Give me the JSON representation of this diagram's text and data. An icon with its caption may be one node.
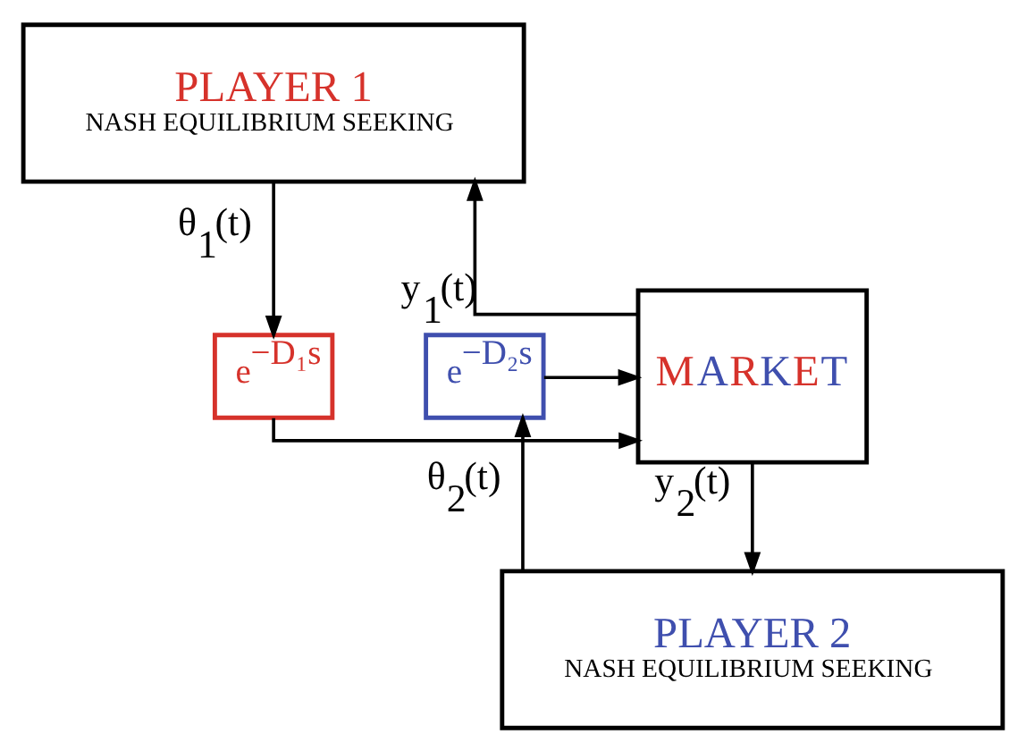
{
  "diagram": {
    "nodes": [
      {
        "text": [
          "PLAYER 1",
          "NASH EQUILIBRIUM SEEKING"
        ]
      },
      {
        "text": [
          "e$^{−D₁s}$"
        ]
      },
      {
        "text": [
          "MARKET"
        ]
      },
      {
        "text": [
          "e$^{−D₂s}$"
        ]
      },
      {
        "text": [
          "PLAYER 2",
          "NASH EQUILIBRIUM SEEKING"
        ]
      }
    ],
    "edges": [
      {
        "from": 0,
        "to": 1,
        "arrow": "to",
        "label": "θ$_{1}$(t)"
      },
      {
        "from": 1,
        "to": 2,
        "arrow": "to"
      },
      {
        "from": 2,
        "to": 0,
        "arrow": "to",
        "label": "y$_{1}$(t)"
      },
      {
        "from": 3,
        "to": 2,
        "arrow": "to"
      },
      {
        "from": 4,
        "to": 3,
        "arrow": "to",
        "label": "θ$_{2}$(t)"
      },
      {
        "from": 2,
        "to": 4,
        "arrow": "to",
        "label": "y$_{2}$(t)"
      }
    ]
  }
}
